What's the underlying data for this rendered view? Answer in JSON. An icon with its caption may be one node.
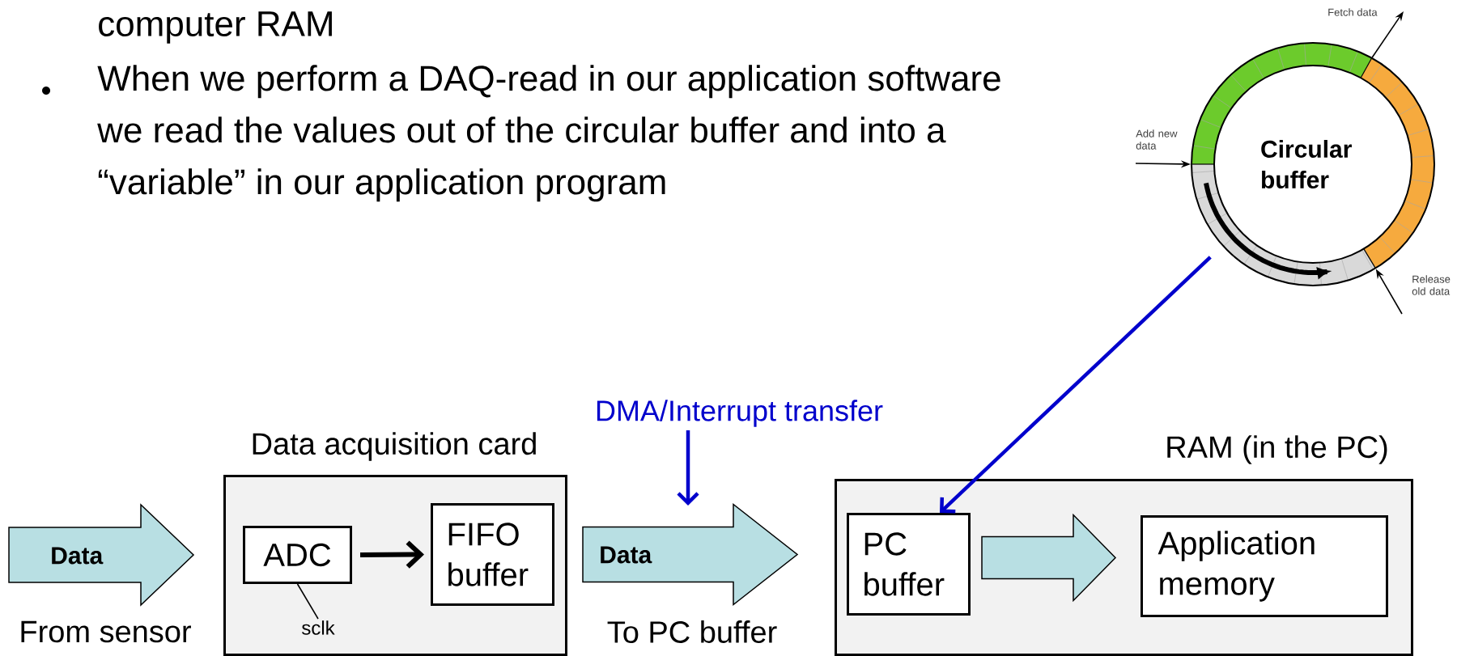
{
  "diagram": {
    "nodes": [
      {
        "text": [
          "Data acquisition card"
        ]
      },
      {
        "text": [
          "ADC"
        ],
        "in": 0
      },
      {
        "text": [
          "FIFO buffer"
        ],
        "in": 0
      },
      {
        "text": [
          "sclk"
        ],
        "in": 0
      },
      {
        "text": [
          "RAM (in the PC)"
        ]
      },
      {
        "text": [
          "PC buffer"
        ],
        "in": 4
      },
      {
        "text": [
          "Application memory"
        ],
        "in": 4
      },
      {
        "text": [
          "DMA/Interrupt transfer"
        ]
      },
      {
        "text": [
          "Circular buffer"
        ]
      }
    ],
    "edges": [
      {
        "from": 1,
        "to": 2,
        "arrow": "to",
        "style": "thick"
      },
      {
        "from": 1,
        "to": 3,
        "arrow": "none"
      },
      {
        "from": null,
        "to": 0,
        "arrow": "to",
        "style": "thick",
        "color": "#b8dfe3",
        "label": "Data"
      },
      {
        "from": 2,
        "to": 5,
        "arrow": "to",
        "style": "thick",
        "color": "#b8dfe3",
        "label": "Data"
      },
      {
        "from": 5,
        "to": 6,
        "arrow": "to",
        "style": "thick",
        "color": "#b8dfe3"
      },
      {
        "from": 7,
        "to": null,
        "arrow": "to",
        "style": "thick",
        "color": "#0000cc"
      },
      {
        "from": 8,
        "to": 5,
        "arrow": "to",
        "style": "thick",
        "color": "#0000cc"
      },
      {
        "from": null,
        "to": 8,
        "arrow": "to",
        "label": "Add new data"
      },
      {
        "from": 8,
        "to": null,
        "arrow": "to",
        "label": "Fetch data"
      },
      {
        "from": null,
        "to": 8,
        "arrow": "to",
        "label": "Release old data"
      }
    ],
    "labels": [
      "computer RAM",
      "When we perform a DAQ-read in our application software we read the values out of the circular buffer and into a “variable” in our application program",
      "From sensor",
      "To PC buffer"
    ]
  }
}
